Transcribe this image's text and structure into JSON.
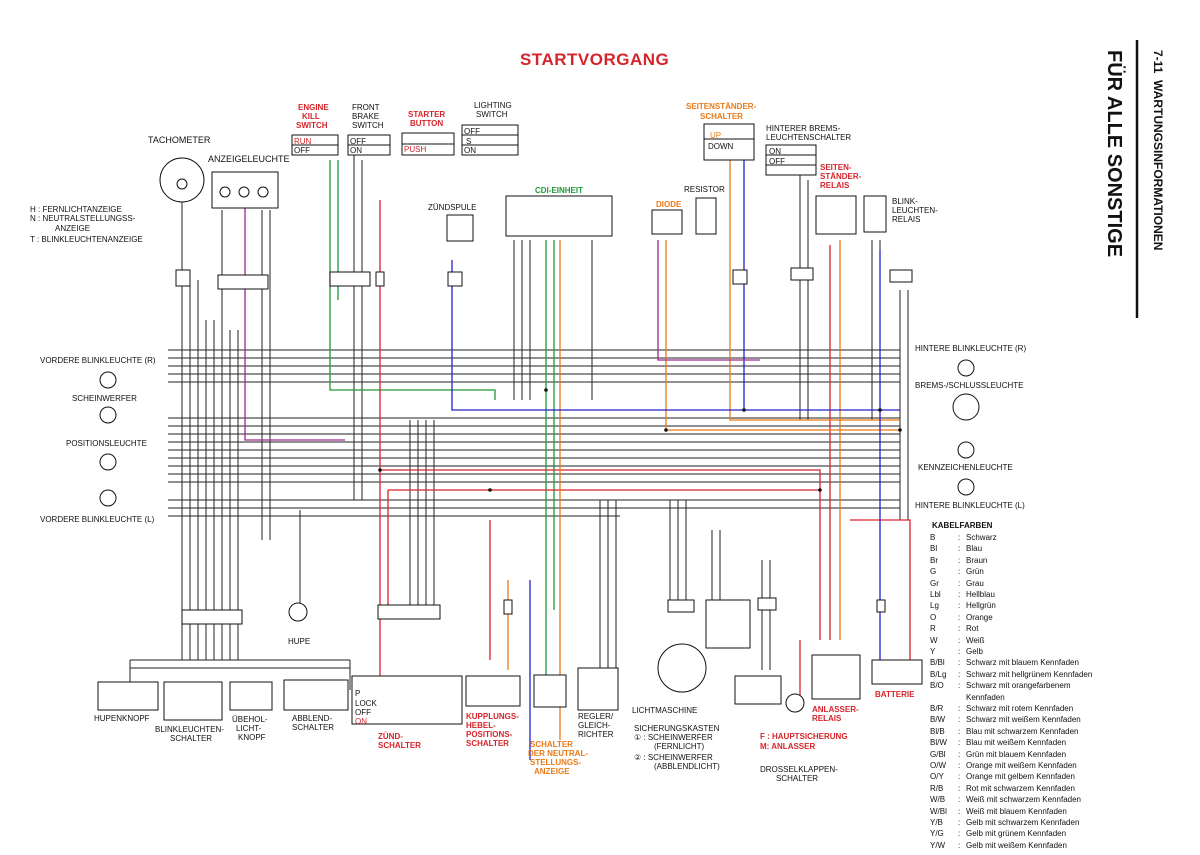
{
  "page": {
    "title": "STARTVORGANG",
    "section_code": "7-11",
    "section_title": "WARTUNGSINFORMATIONEN",
    "chapter": "FÜR ALLE SONSTIGE"
  },
  "left_labels": {
    "tachometer": "TACHOMETER",
    "anzeigeleuchte": "ANZEIGELEUCHTE",
    "h_item": "H   :  FERNLICHTANZEIGE",
    "n_item_1": "N   :  NEUTRALSTELLUNGSS-",
    "n_item_2": "ANZEIGE",
    "t_item": "T   :  BLINKLEUCHTENANZEIGE",
    "vordere_r": "VORDERE BLINKLEUCHTE (R)",
    "scheinwerfer": "SCHEINWERFER",
    "positionsleuchte": "POSITIONSLEUCHTE",
    "vordere_l": "VORDERE BLINKLEUCHTE (L)",
    "hupe": "HUPE",
    "hupenknopf": "HUPENKNOPF",
    "blinkleuchten_schalter_1": "BLINKLEUCHTEN-",
    "blinkleuchten_schalter_2": "SCHALTER",
    "uebeholicht_1": "ÜBEHOL-",
    "uebeholicht_2": "LICHT-",
    "uebeholicht_3": "KNOPF",
    "abblend_1": "ABBLEND-",
    "abblend_2": "SCHALTER"
  },
  "top_switches": {
    "engine_kill_1": "ENGINE",
    "engine_kill_2": "KILL",
    "engine_kill_3": "SWITCH",
    "front_brake_1": "FRONT",
    "front_brake_2": "BRAKE",
    "front_brake_3": "SWITCH",
    "starter_1": "STARTER",
    "starter_2": "BUTTON",
    "lighting_1": "LIGHTING",
    "lighting_2": "SWITCH",
    "run": "RUN",
    "off": "OFF",
    "on": "ON",
    "push": "PUSH",
    "s": "S"
  },
  "center_labels": {
    "zuendspule": "ZÜNDSPULE",
    "cdi": "CDI-EINHEIT",
    "diode": "DIODE",
    "resistor": "RESISTOR",
    "seitenstaender_1": "SEITENSTÄNDER-",
    "seitenstaender_2": "SCHALTER",
    "up": "UP",
    "down": "DOWN",
    "hinterer_brems_1": "HINTERER BREMS-",
    "hinterer_brems_2": "LEUCHTENSCHALTER",
    "seiten_relais_1": "SEITEN-",
    "seiten_relais_2": "STÄNDER-",
    "seiten_relais_3": "RELAIS",
    "blink_relais_1": "BLINK-",
    "blink_relais_2": "LEUCHTEN-",
    "blink_relais_3": "RELAIS"
  },
  "right_labels": {
    "hintere_r": "HINTERE BLINKLEUCHTE (R)",
    "brems_schluss": "BREMS-/SCHLUSSLEUCHTE",
    "kennzeichen": "KENNZEICHENLEUCHTE",
    "hintere_l": "HINTERE BLINKLEUCHTE (L)",
    "batterie": "BATTERIE"
  },
  "bottom_labels": {
    "zuend_1": "ZÜND-",
    "zuend_2": "SCHALTER",
    "kupplung_1": "KUPPLUNGS-",
    "kupplung_2": "HEBEL-",
    "kupplung_3": "POSITIONS-",
    "kupplung_4": "SCHALTER",
    "neutral_1": "SCHALTER",
    "neutral_2": "DER NEUTRAL-",
    "neutral_3": "STELLUNGS-",
    "neutral_4": "ANZEIGE",
    "regler_1": "REGLER/",
    "regler_2": "GLEICH-",
    "regler_3": "RICHTER",
    "lichtmaschine": "LICHTMASCHINE",
    "sicherung_1": "SICHERUNGSKASTEN",
    "sicherung_2": "①  :  SCHEINWERFER",
    "sicherung_3": "(FERNLICHT)",
    "sicherung_4": "②  :  SCHEINWERFER",
    "sicherung_5": "(ABBLENDLICHT)",
    "hauptsicherung": "F : HAUPTSICHERUNG",
    "anlasser": "M: ANLASSER",
    "drossel_1": "DROSSELKLAPPEN-",
    "drossel_2": "SCHALTER",
    "anlasser_relais_1": "ANLASSER-",
    "anlasser_relais_2": "RELAIS",
    "lock": "LOCK",
    "p": "P"
  },
  "legend": {
    "title": "KABELFARBEN",
    "rows": [
      {
        "code": "B",
        "name": "Schwarz"
      },
      {
        "code": "Bl",
        "name": "Blau"
      },
      {
        "code": "Br",
        "name": "Braun"
      },
      {
        "code": "G",
        "name": "Grün"
      },
      {
        "code": "Gr",
        "name": "Grau"
      },
      {
        "code": "Lbl",
        "name": "Hellblau"
      },
      {
        "code": "Lg",
        "name": "Hellgrün"
      },
      {
        "code": "O",
        "name": "Orange"
      },
      {
        "code": "R",
        "name": "Rot"
      },
      {
        "code": "W",
        "name": "Weiß"
      },
      {
        "code": "Y",
        "name": "Gelb"
      },
      {
        "code": "B/Bl",
        "name": "Schwarz mit blauem Kennfaden"
      },
      {
        "code": "B/Lg",
        "name": "Schwarz mit hellgrünem Kennfaden"
      },
      {
        "code": "B/O",
        "name": "Schwarz mit orangefarbenem"
      },
      {
        "code": "",
        "name": "Kennfaden"
      },
      {
        "code": "B/R",
        "name": "Schwarz mit rotem Kennfaden"
      },
      {
        "code": "B/W",
        "name": "Schwarz mit weißem Kennfaden"
      },
      {
        "code": "Bl/B",
        "name": "Blau mit schwarzem Kennfaden"
      },
      {
        "code": "Bl/W",
        "name": "Blau mit weißem Kennfaden"
      },
      {
        "code": "G/Bl",
        "name": "Grün mit blauem Kennfaden"
      },
      {
        "code": "O/W",
        "name": "Orange mit weißem Kennfaden"
      },
      {
        "code": "O/Y",
        "name": "Orange mit gelbem Kennfaden"
      },
      {
        "code": "R/B",
        "name": "Rot mit schwarzem Kennfaden"
      },
      {
        "code": "W/B",
        "name": "Weiß mit schwarzem Kennfaden"
      },
      {
        "code": "W/Bl",
        "name": "Weiß mit blauem Kennfaden"
      },
      {
        "code": "Y/B",
        "name": "Gelb mit schwarzem Kennfaden"
      },
      {
        "code": "Y/G",
        "name": "Gelb mit grünem Kennfaden"
      },
      {
        "code": "Y/W",
        "name": "Gelb mit weißem Kennfaden"
      }
    ]
  },
  "wire_colors": {
    "black": "#222222",
    "red": "#d6242b",
    "green": "#1e9a36",
    "blue": "#2323c8",
    "orange": "#ea7a16",
    "purple": "#9a2a8c"
  }
}
